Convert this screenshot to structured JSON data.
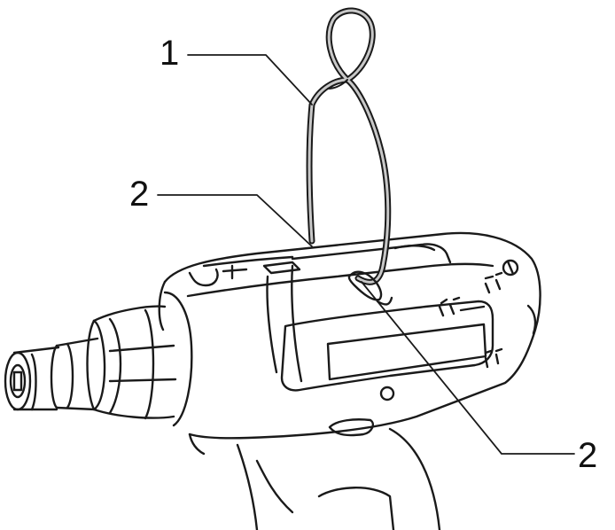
{
  "callouts": {
    "hook": "1",
    "slot_upper": "2",
    "slot_lower": "2"
  },
  "colors": {
    "line": "#1a1a1a",
    "background": "#ffffff",
    "hook_fill": "#c8c8c8"
  }
}
